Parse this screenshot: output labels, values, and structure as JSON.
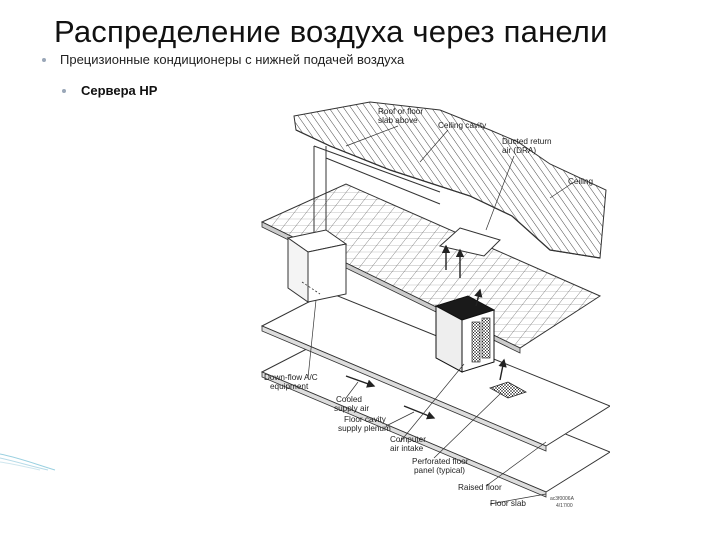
{
  "slide": {
    "title": "Распределение воздуха через панели",
    "bullets": [
      "Прецизионные кондиционеры с нижней подачей воздуха",
      "Сервера HP"
    ]
  },
  "diagram": {
    "labels": {
      "roof": [
        "Roof or floor",
        "slab above"
      ],
      "ceiling_cavity": "Ceiling cavity",
      "ducted_return": [
        "Ducted return",
        "air (DRA)"
      ],
      "ceiling": "Ceiling",
      "downflow": [
        "Down-flow A/C",
        "equipment"
      ],
      "cooled": [
        "Cooled",
        "supply air"
      ],
      "floor_cavity": [
        "Floor cavity",
        "supply plenum"
      ],
      "intake": [
        "Computer",
        "air intake"
      ],
      "perforated": [
        "Perforated floor",
        "panel (typical)"
      ],
      "raised": "Raised floor",
      "slab": "Floor slab",
      "figure_code": [
        "ac3f0006A",
        "4/17/00"
      ]
    }
  }
}
